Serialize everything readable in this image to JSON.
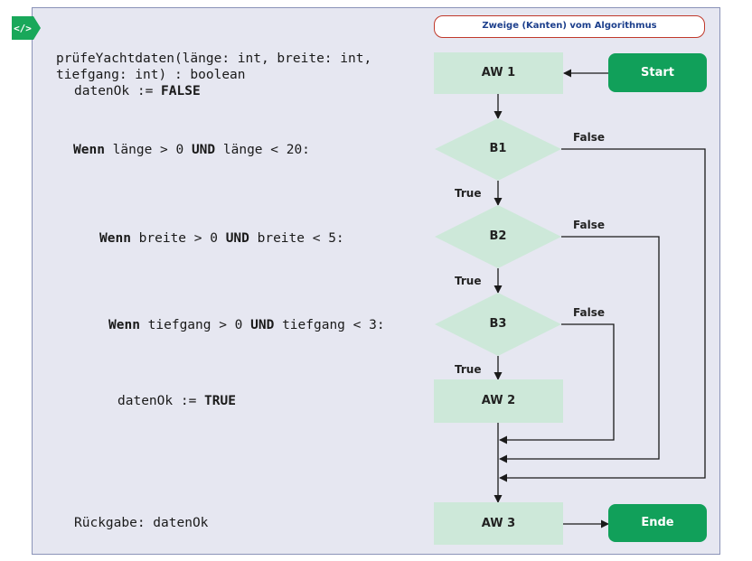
{
  "badge": {
    "text": "</>",
    "color": "#19a85a"
  },
  "legend": {
    "text": "Zweige (Kanten) vom Algorithmus",
    "border_color": "#c0392b",
    "text_color": "#1c3f8c"
  },
  "code": {
    "signature_1": "prüfeYachtdaten(länge: int, breite: int,",
    "signature_2": "tiefgang: int) : boolean",
    "init_var": "datenOk := ",
    "init_val": "FALSE",
    "if1_kw": "Wenn",
    "if1_a": " länge > 0 ",
    "if1_and": "UND",
    "if1_b": " länge < 20:",
    "if2_kw": "Wenn",
    "if2_a": " breite > 0 ",
    "if2_and": "UND",
    "if2_b": " breite < 5:",
    "if3_kw": "Wenn",
    "if3_a": " tiefgang > 0 ",
    "if3_and": "UND",
    "if3_b": " tiefgang < 3:",
    "assign_var": "datenOk := ",
    "assign_val": "TRUE",
    "return_text": "Rückgabe: datenOk"
  },
  "flow": {
    "start": "Start",
    "end": "Ende",
    "aw1": "AW 1",
    "aw2": "AW 2",
    "aw3": "AW 3",
    "b1": "B1",
    "b2": "B2",
    "b3": "B3",
    "true_label": "True",
    "false_label": "False",
    "colors": {
      "activity": "#cde8d9",
      "decision": "#cde8d9",
      "terminal": "#11a05a",
      "panel": "#e6e7f1"
    }
  }
}
